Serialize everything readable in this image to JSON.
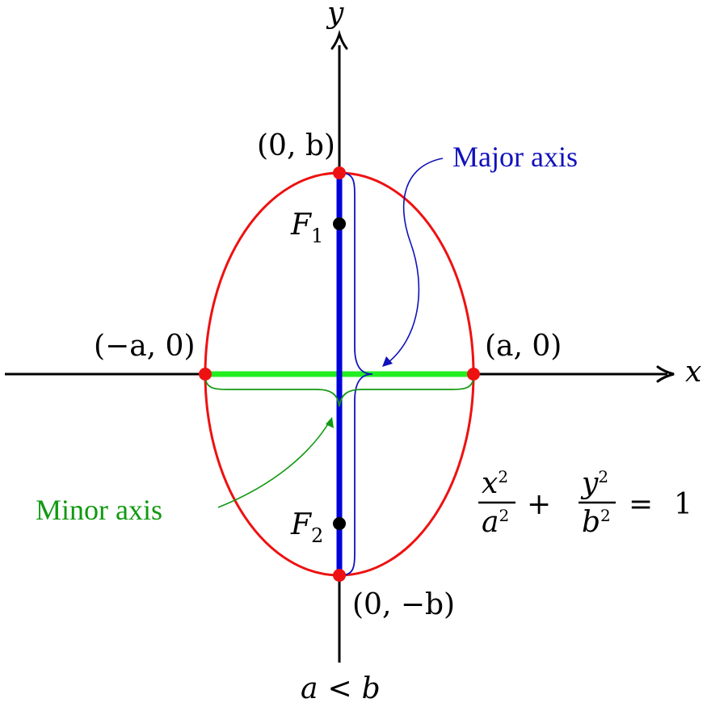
{
  "axes": {
    "x_label": "x",
    "y_label": "y"
  },
  "points": {
    "top": "(0, b)",
    "bottom": "(0, −b)",
    "left": "(−a, 0)",
    "right": "(a, 0)"
  },
  "foci": {
    "f1_letter": "F",
    "f1_sub": "1",
    "f2_letter": "F",
    "f2_sub": "2"
  },
  "annotations": {
    "major_axis": "Major axis",
    "minor_axis": "Minor axis"
  },
  "equation": {
    "x_num": "x",
    "x_num_exp": "2",
    "x_den": "a",
    "x_den_exp": "2",
    "plus": "+",
    "y_num": "y",
    "y_num_exp": "2",
    "y_den": "b",
    "y_den_exp": "2",
    "equals": "=",
    "rhs": "1"
  },
  "condition": {
    "lhs": "a",
    "op": "<",
    "rhs": "b"
  },
  "colors": {
    "ellipse": "#ee1111",
    "major_axis": "#0000dd",
    "minor_axis": "#22ee22",
    "major_annotation": "#1111bb",
    "minor_annotation": "#119911",
    "vertex": "#ee1111",
    "focus": "#000000",
    "axis_line": "#000000"
  }
}
